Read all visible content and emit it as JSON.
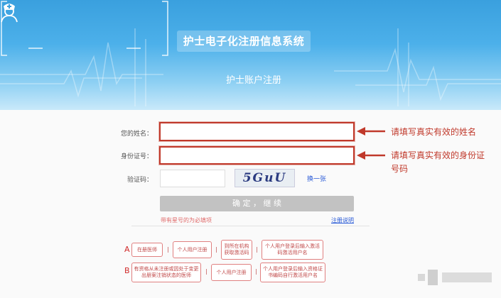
{
  "header": {
    "system_title": "护士电子化注册信息系统",
    "subtitle": "护士账户注册"
  },
  "form": {
    "name_label": "您的姓名：",
    "id_label": "身份证号：",
    "captcha_label": "验证码：",
    "name_value": "",
    "id_value": "",
    "captcha_value": "",
    "captcha_text": "5GuU",
    "refresh_label": "换一张",
    "submit_label": "确 定 ， 继 续",
    "required_note": "带有星号的为必填项",
    "help_link": "注册说明"
  },
  "annotations": {
    "name_hint": "请填写真实有效的姓名",
    "id_hint_line1": "请填写真实有效的身份证",
    "id_hint_line2": "号码"
  },
  "flow": {
    "row_a_letter": "A",
    "row_a_steps": [
      "在册医师",
      "个人用户注册",
      "到所在机构获取激活码",
      "个人用户登录后输入激活码激活用户名"
    ],
    "row_b_letter": "B",
    "row_b_steps": [
      "有资格从未注册或因处于变更出册案注销状态的医师",
      "个人用户注册",
      "个人用户登录后输入资格证书编码自行激活用户名"
    ],
    "separator": "|"
  },
  "colors": {
    "accent_red": "#c0392b",
    "banner_blue": "#3aa0de"
  }
}
